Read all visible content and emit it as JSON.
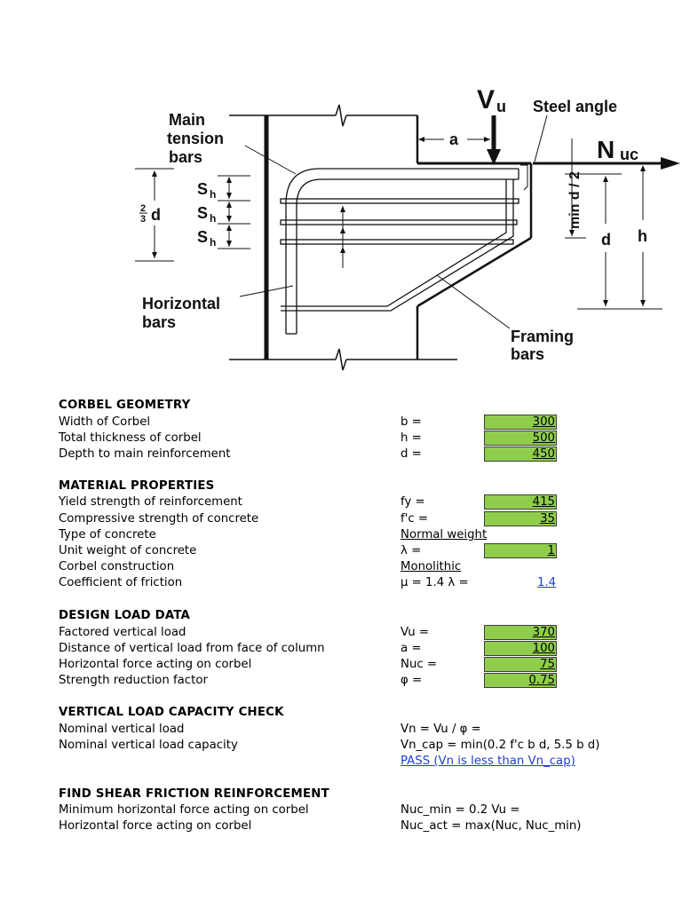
{
  "diagram": {
    "labels": {
      "main_tension_bars": [
        "Main",
        "tension",
        "bars"
      ],
      "vu": "V",
      "vu_sub": "u",
      "steel_angle": "Steel angle",
      "nuc": "N",
      "nuc_sub": "uc",
      "a": "a",
      "sh": "S",
      "sh_sub": "h",
      "two_thirds_num": "2",
      "two_thirds_den": "3",
      "two_thirds_d": "d",
      "min_d_2": "min d / 2",
      "d": "d",
      "h": "h",
      "horizontal_bars": [
        "Horizontal",
        "bars"
      ],
      "framing_bars": [
        "Framing",
        "bars"
      ]
    }
  },
  "corbel_geometry": {
    "heading": "CORBEL GEOMETRY",
    "rows": [
      {
        "label": "Width of Corbel",
        "symbol": "b =",
        "value": "300"
      },
      {
        "label": "Total thickness of corbel",
        "symbol": "h =",
        "value": "500"
      },
      {
        "label": "Depth to main reinforcement",
        "symbol": "d =",
        "value": "450"
      }
    ]
  },
  "material_properties": {
    "heading": "MATERIAL PROPERTIES",
    "fy": {
      "label": "Yield strength of reinforcement",
      "symbol": "fy =",
      "value": "415"
    },
    "fc": {
      "label": "Compressive strength of concrete",
      "symbol": "f'c =",
      "value": "35"
    },
    "concrete_type": {
      "label": "Type of concrete",
      "value": "Normal weight"
    },
    "unit_weight": {
      "label": "Unit weight of concrete",
      "symbol": "λ =",
      "value": "1"
    },
    "construction": {
      "label": "Corbel construction",
      "value": "Monolithic"
    },
    "friction": {
      "label": "Coefficient of friction",
      "symbol": "μ = 1.4 λ =",
      "value": "1.4"
    }
  },
  "design_load_data": {
    "heading": "DESIGN LOAD DATA",
    "rows": [
      {
        "label": "Factored vertical load",
        "symbol": "Vu =",
        "value": "370"
      },
      {
        "label": "Distance of vertical load from face of column",
        "symbol": "a =",
        "value": "100"
      },
      {
        "label": "Horizontal force acting on corbel",
        "symbol": "Nuc =",
        "value": "75"
      },
      {
        "label": "Strength reduction factor",
        "symbol": "φ =",
        "value": "0.75"
      }
    ]
  },
  "vertical_check": {
    "heading": "VERTICAL LOAD CAPACITY CHECK",
    "nominal": {
      "label": "Nominal vertical load",
      "formula": "Vn = Vu / φ ="
    },
    "capacity": {
      "label": "Nominal vertical load capacity",
      "formula": "Vn_cap = min(0.2 f'c b d, 5.5 b d)"
    },
    "result": "PASS (Vn is less than Vn_cap)"
  },
  "shear_friction": {
    "heading": "FIND SHEAR FRICTION REINFORCEMENT",
    "min_force": {
      "label": "Minimum horizontal force acting on corbel",
      "formula": "Nuc_min = 0.2 Vu ="
    },
    "act_force": {
      "label": "Horizontal force acting on corbel",
      "formula": "Nuc_act = max(Nuc, Nuc_min)"
    }
  },
  "colors": {
    "input_cell": "#8fce4c",
    "link": "#1f3fd0"
  }
}
